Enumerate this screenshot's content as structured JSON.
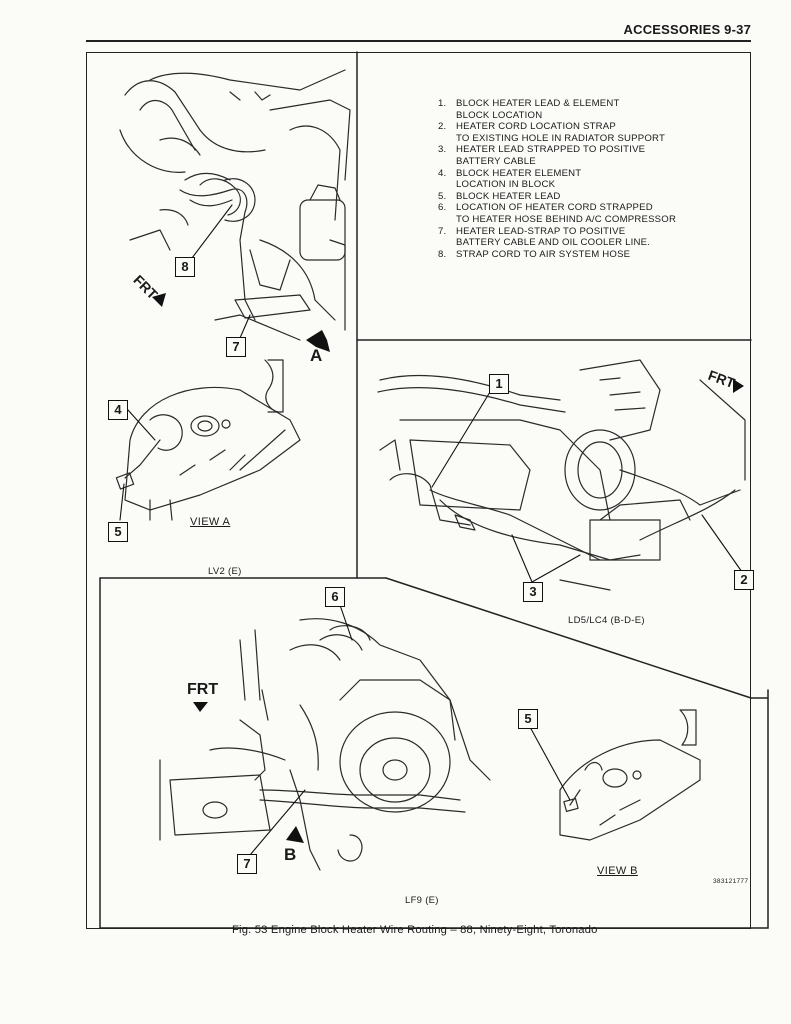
{
  "header": {
    "section": "ACCESSORIES 9-37"
  },
  "legend": [
    {
      "num": "1.",
      "text": "BLOCK HEATER LEAD & ELEMENT\nBLOCK LOCATION"
    },
    {
      "num": "2.",
      "text": "HEATER CORD LOCATION STRAP\nTO EXISTING HOLE IN RADIATOR SUPPORT"
    },
    {
      "num": "3.",
      "text": "HEATER LEAD STRAPPED TO POSITIVE\nBATTERY CABLE"
    },
    {
      "num": "4.",
      "text": "BLOCK HEATER ELEMENT\nLOCATION IN BLOCK"
    },
    {
      "num": "5.",
      "text": "BLOCK HEATER LEAD"
    },
    {
      "num": "6.",
      "text": "LOCATION OF HEATER CORD STRAPPED\nTO HEATER HOSE BEHIND A/C COMPRESSOR"
    },
    {
      "num": "7.",
      "text": "HEATER LEAD-STRAP TO POSITIVE\nBATTERY CABLE AND OIL COOLER LINE."
    },
    {
      "num": "8.",
      "text": "STRAP CORD TO AIR SYSTEM HOSE"
    }
  ],
  "panels": {
    "lv2": {
      "caption": "LV2 (E)",
      "view_label": "VIEW A",
      "arrow_letter": "A",
      "frt": "FRT"
    },
    "ld5": {
      "caption": "LD5/LC4 (B-D-E)",
      "frt": "FRT"
    },
    "lf9": {
      "caption": "LF9 (E)",
      "view_label": "VIEW B",
      "arrow_letter": "B",
      "frt": "FRT"
    }
  },
  "callouts": {
    "c8": "8",
    "c7a": "7",
    "c4": "4",
    "c5a": "5",
    "c1": "1",
    "c2": "2",
    "c3": "3",
    "c6": "6",
    "c5b": "5",
    "c7b": "7"
  },
  "image_code": "383121777",
  "figure_caption": "Fig. 53 Engine Block Heater Wire Routing – 88, Ninety-Eight, Toronado"
}
